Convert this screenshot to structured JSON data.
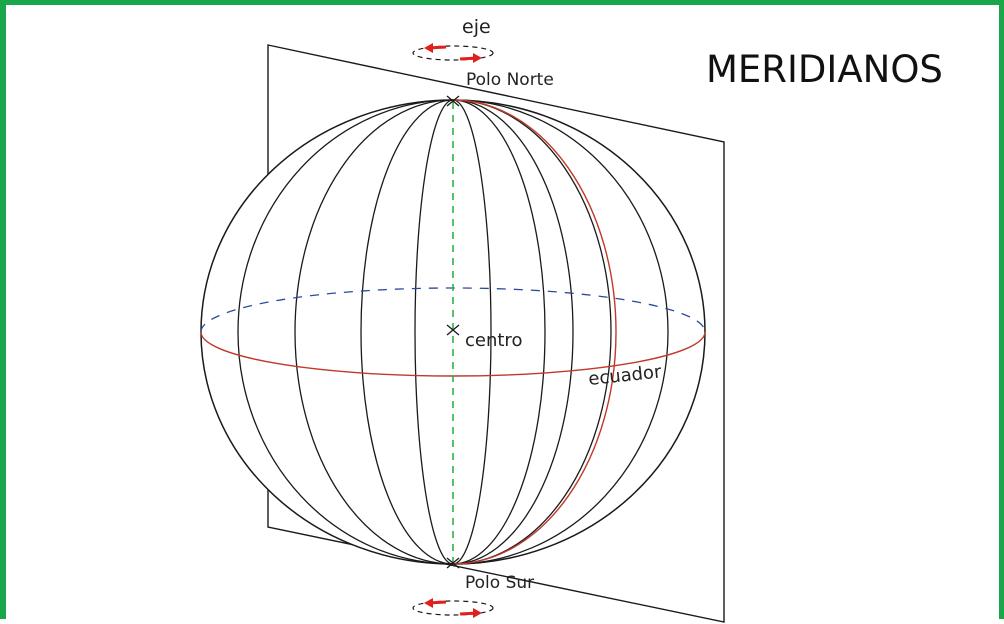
{
  "title": "MERIDIANOS",
  "labels": {
    "axis": "eje",
    "north_pole": "Polo Norte",
    "south_pole": "Polo Sur",
    "center": "centro",
    "equator": "ecuador"
  },
  "colors": {
    "frame": "#1aa64a",
    "meridian": "#1a1a1a",
    "highlight": "#c0392b",
    "axis_line": "#2bb34a",
    "equator_back": "#2c4a9a",
    "rotation_arrow": "#e0201c"
  }
}
